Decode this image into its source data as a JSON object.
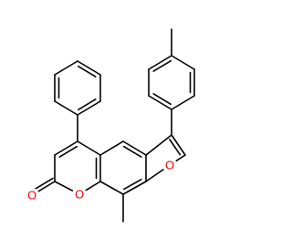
{
  "molecule": {
    "atom_labels": {
      "carbonyl_oxygen": "O",
      "pyranone_oxygen": "O",
      "furan_oxygen": "O"
    },
    "colors": {
      "bond": "#000000",
      "oxygen": "#ff0000",
      "background": "#ffffff"
    }
  }
}
